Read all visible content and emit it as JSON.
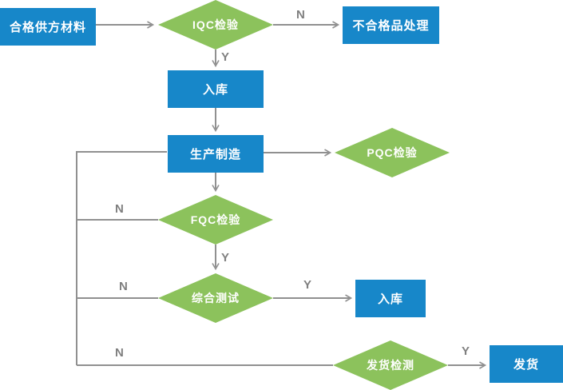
{
  "diagram": {
    "type": "flowchart",
    "colors": {
      "process_fill": "#1787c9",
      "decision_fill": "#8cc25c",
      "connector": "#909090",
      "edge_label": "#7f7f7f",
      "node_text": "#ffffff",
      "canvas_bg": "#ffffff"
    },
    "nodes": [
      {
        "id": "qualified-supplier-material",
        "type": "process",
        "label": "合格供方材料"
      },
      {
        "id": "iqc-inspection",
        "type": "decision",
        "label": "IQC检验"
      },
      {
        "id": "nonconforming-handling",
        "type": "process",
        "label": "不合格品处理"
      },
      {
        "id": "warehouse-in-1",
        "type": "process",
        "label": "入库"
      },
      {
        "id": "production-manufacturing",
        "type": "process",
        "label": "生产制造"
      },
      {
        "id": "pqc-inspection",
        "type": "decision",
        "label": "PQC检验"
      },
      {
        "id": "fqc-inspection",
        "type": "decision",
        "label": "FQC检验"
      },
      {
        "id": "comprehensive-test",
        "type": "decision",
        "label": "综合测试"
      },
      {
        "id": "warehouse-in-2",
        "type": "process",
        "label": "入库"
      },
      {
        "id": "shipping-inspection",
        "type": "decision",
        "label": "发货检测"
      },
      {
        "id": "shipping",
        "type": "process",
        "label": "发货"
      }
    ],
    "edge_labels": [
      {
        "id": "iqc-no",
        "label": "N"
      },
      {
        "id": "iqc-yes",
        "label": "Y"
      },
      {
        "id": "fqc-no",
        "label": "N"
      },
      {
        "id": "fqc-yes",
        "label": "Y"
      },
      {
        "id": "test-no",
        "label": "N"
      },
      {
        "id": "test-yes",
        "label": "Y"
      },
      {
        "id": "ship-no",
        "label": "N"
      },
      {
        "id": "ship-yes",
        "label": "Y"
      }
    ]
  }
}
